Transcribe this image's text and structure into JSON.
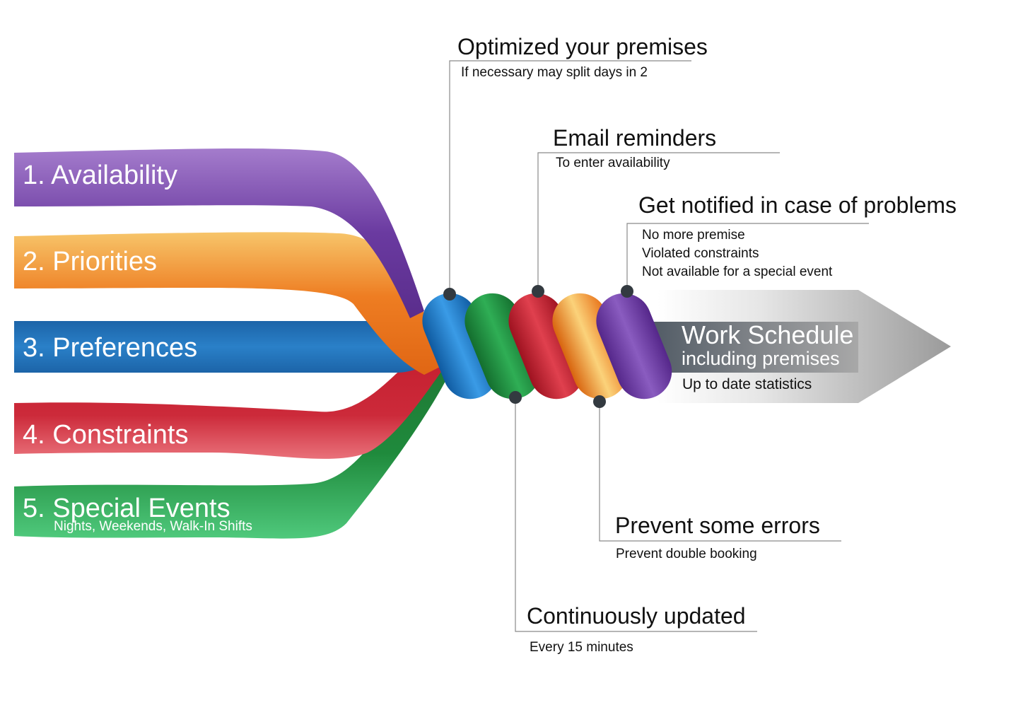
{
  "inputs": [
    {
      "label": "1. Availability",
      "color": "#6a3aa0",
      "highlight": "#a47ccc"
    },
    {
      "label": "2. Priorities",
      "color": "#e8731a",
      "highlight": "#f7c56a"
    },
    {
      "label": "3. Preferences",
      "color": "#1f6fb5",
      "highlight": "#4aa0df"
    },
    {
      "label": "4. Constraints",
      "color": "#c41e2e",
      "highlight": "#e9717a"
    },
    {
      "label": "5. Special Events",
      "sublabel": "Nights, Weekends,  Walk-In Shifts",
      "color": "#1f8a3c",
      "highlight": "#4fc97c"
    }
  ],
  "features": [
    {
      "title": "Optimized your premises",
      "details": [
        "If necessary may split days in 2"
      ]
    },
    {
      "title": "Email reminders",
      "details": [
        "To enter availability"
      ]
    },
    {
      "title": "Get notified in case of problems",
      "details": [
        "No more premise",
        "Violated constraints",
        "Not available for a special event"
      ]
    },
    {
      "title": "Prevent some errors",
      "details": [
        "Prevent double booking"
      ]
    },
    {
      "title": "Continuously updated",
      "details": [
        "Every 15 minutes"
      ]
    }
  ],
  "output": {
    "title": "Work Schedule",
    "subtitle": "including premises",
    "detail": "Up to date statistics",
    "color": "#8a8a8a"
  },
  "coils": [
    "#1f7fcf",
    "#1e9444",
    "#c41e2e",
    "#f07d1e",
    "#6a3aa0"
  ]
}
